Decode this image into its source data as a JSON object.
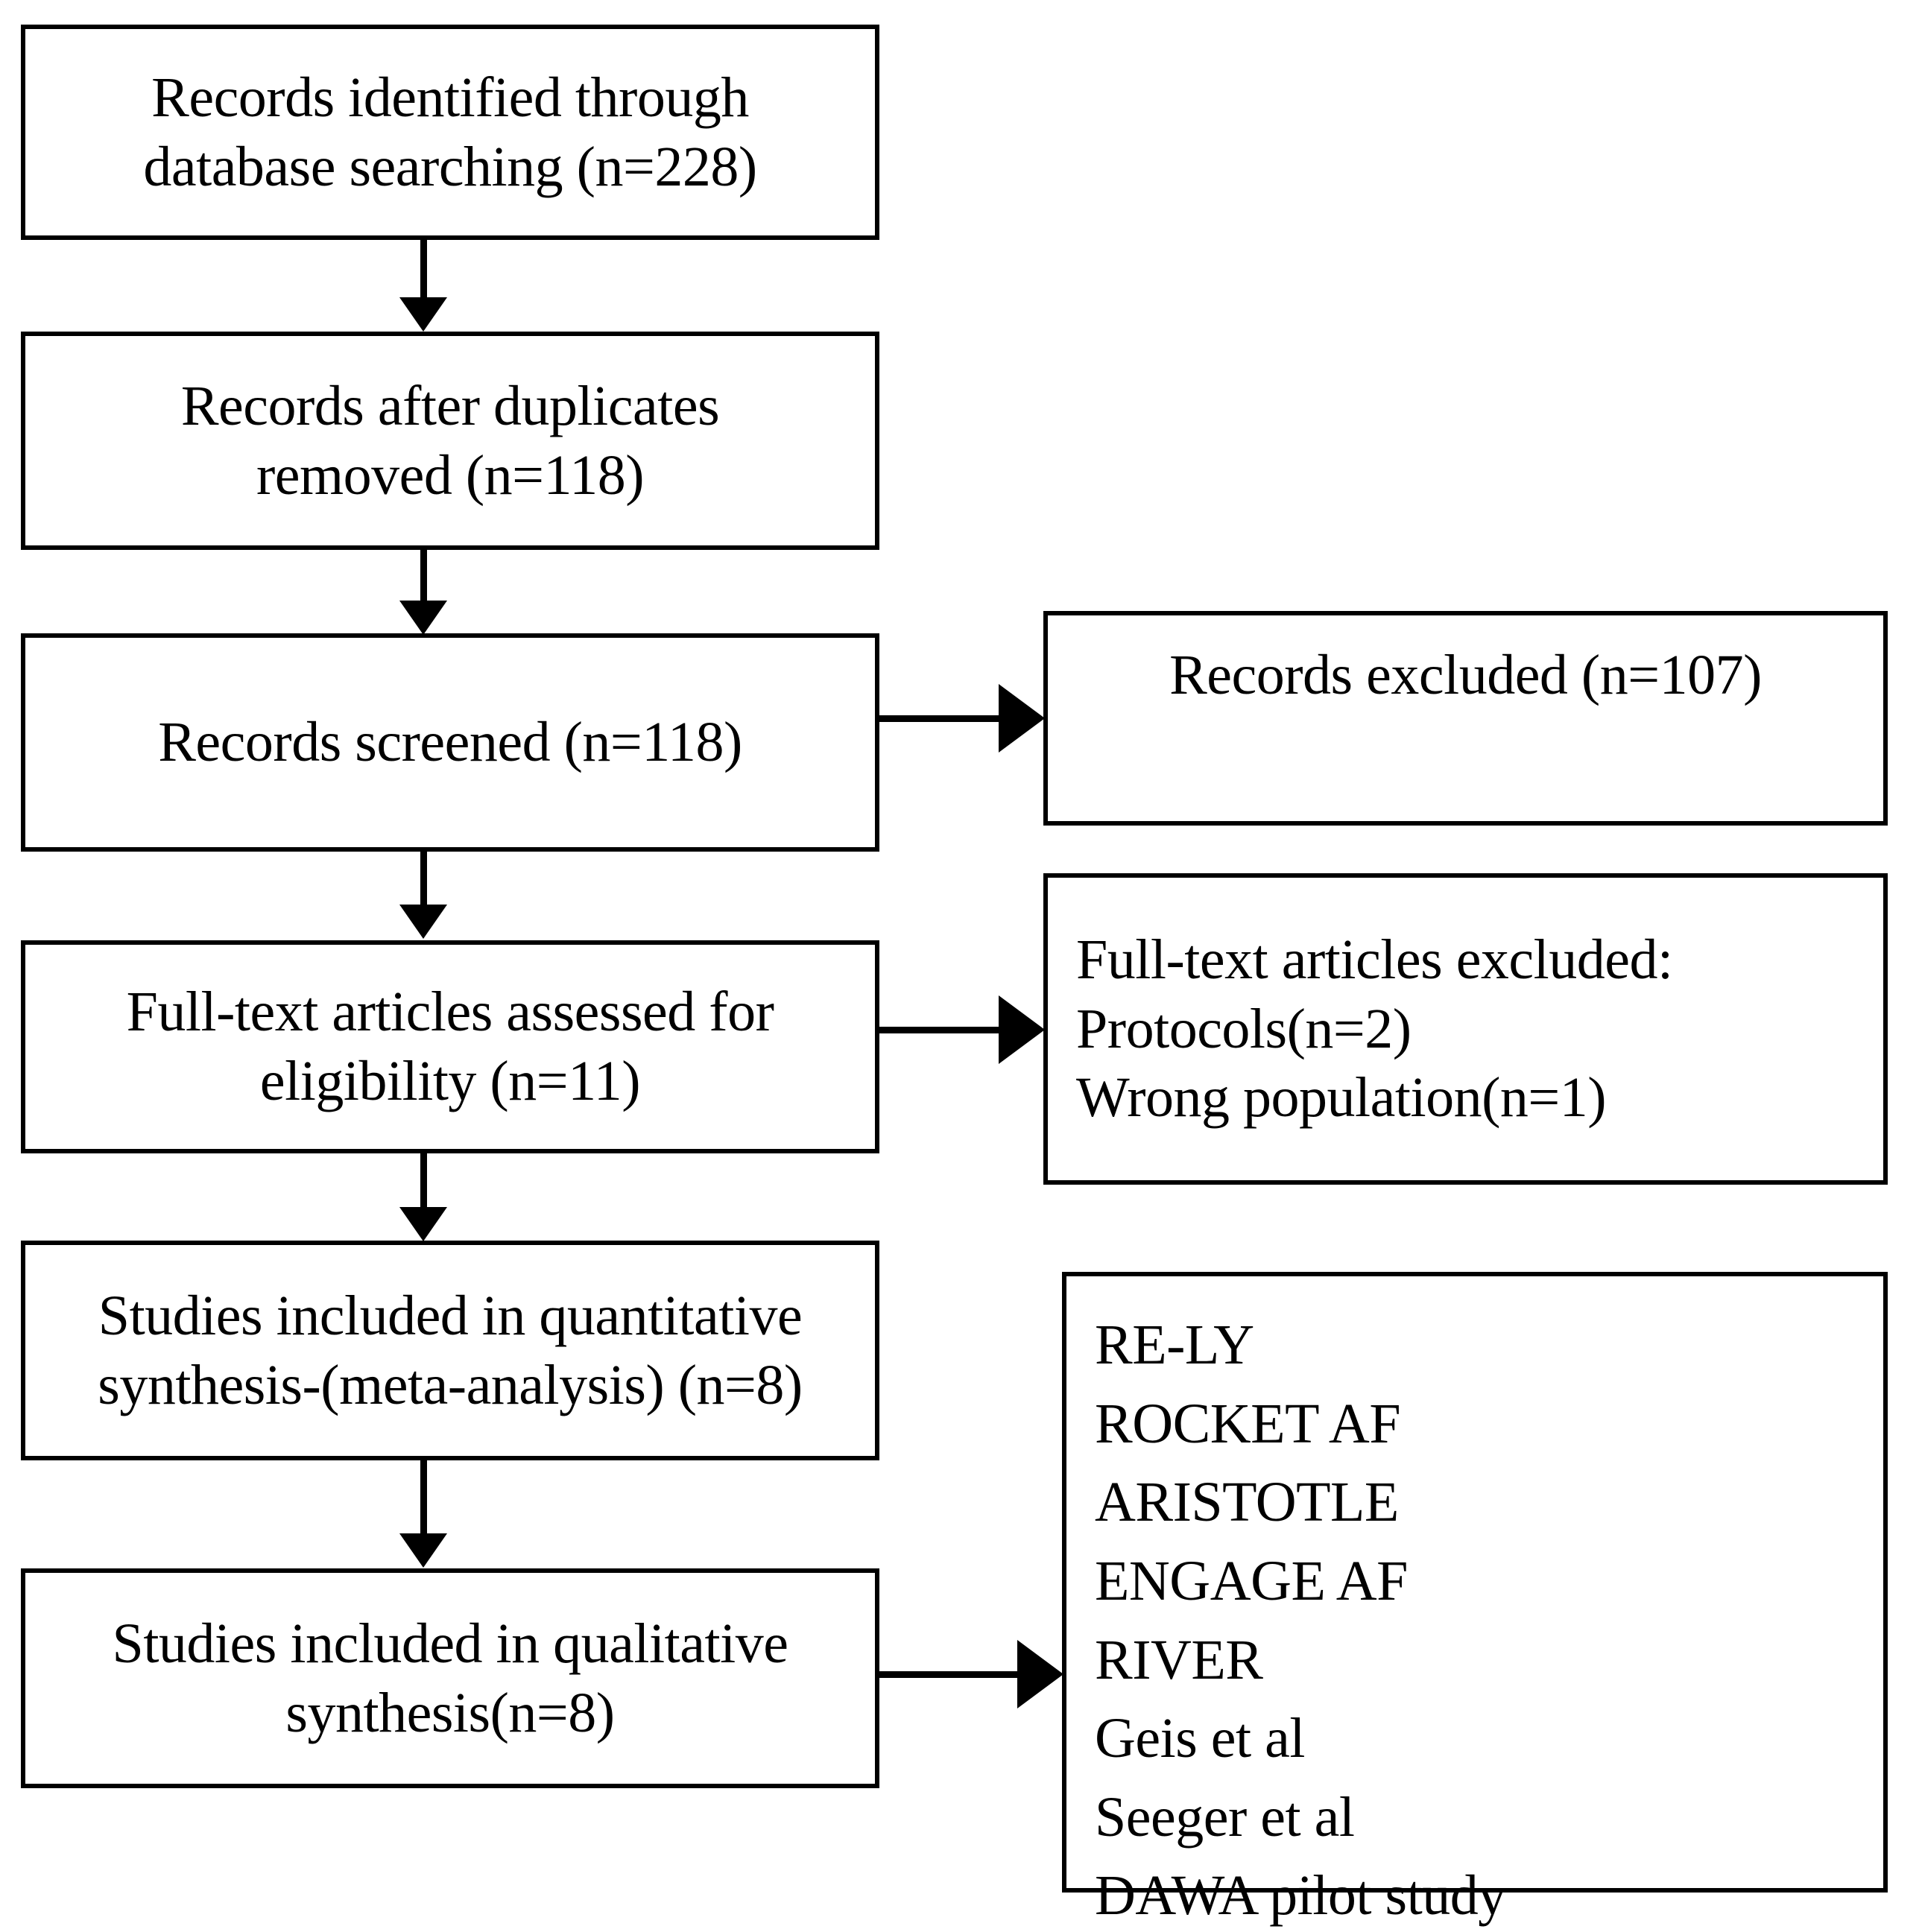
{
  "diagram": {
    "type": "prisma-flow-diagram",
    "boxes": {
      "identified": {
        "line1": "Records identified through",
        "line2": "database searching (n=228)"
      },
      "deduplicated": {
        "line1": "Records after duplicates",
        "line2": "removed (n=118)"
      },
      "screened": {
        "line1": "Records screened (n=118)"
      },
      "records_excluded": {
        "line1": "Records excluded (n=107)"
      },
      "fulltext_assessed": {
        "line1": "Full-text articles assessed for",
        "line2": "eligibility (n=11)"
      },
      "fulltext_excluded": {
        "line1": "Full-text articles excluded:",
        "line2": "Protocols(n=2)",
        "line3": "Wrong population(n=1)"
      },
      "quantitative": {
        "line1": "Studies included in quantitative",
        "line2": "synthesis-(meta-analysis) (n=8)"
      },
      "qualitative": {
        "line1": "Studies included in qualitative",
        "line2": "synthesis(n=8)"
      }
    },
    "included_studies": [
      "RE-LY",
      "ROCKET AF",
      "ARISTOTLE",
      "ENGAGE AF",
      "RIVER",
      "Geis et al",
      "Seeger et al",
      "DAWA pilot study"
    ],
    "counts": {
      "identified": 228,
      "after_duplicates": 118,
      "screened": 118,
      "records_excluded": 107,
      "fulltext_assessed": 11,
      "protocols_excluded": 2,
      "wrong_population_excluded": 1,
      "quantitative_synthesis": 8,
      "qualitative_synthesis": 8
    },
    "colors": {
      "stroke": "#000000",
      "fill": "#ffffff",
      "text": "#000000"
    }
  }
}
